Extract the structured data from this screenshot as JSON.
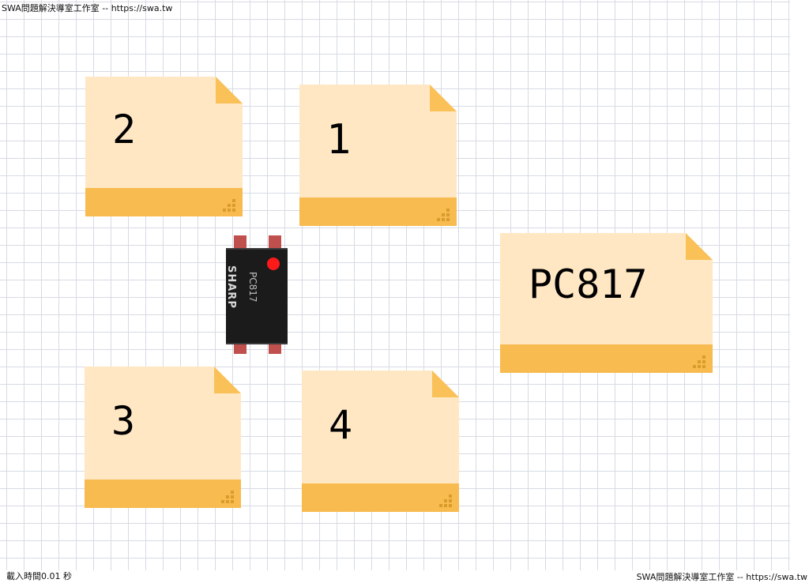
{
  "header": {
    "site_text": "SWA問題解決導室工作室 -- https://swa.tw"
  },
  "footer": {
    "load_time_text": "載入時間0.01 秒",
    "site_text": "SWA問題解決導室工作室 -- https://swa.tw"
  },
  "notes": [
    {
      "id": "note-2",
      "label": "2"
    },
    {
      "id": "note-1",
      "label": "1"
    },
    {
      "id": "note-pc817",
      "label": "PC817"
    },
    {
      "id": "note-3",
      "label": "3"
    },
    {
      "id": "note-4",
      "label": "4"
    }
  ],
  "component": {
    "brand": "SHARP",
    "model": "PC817",
    "pin1_marker_color": "#ff1a1a"
  },
  "colors": {
    "note_body": "#ffe7c4",
    "note_bar": "#f7bb4f",
    "grid_line": "#d6dbe4"
  }
}
